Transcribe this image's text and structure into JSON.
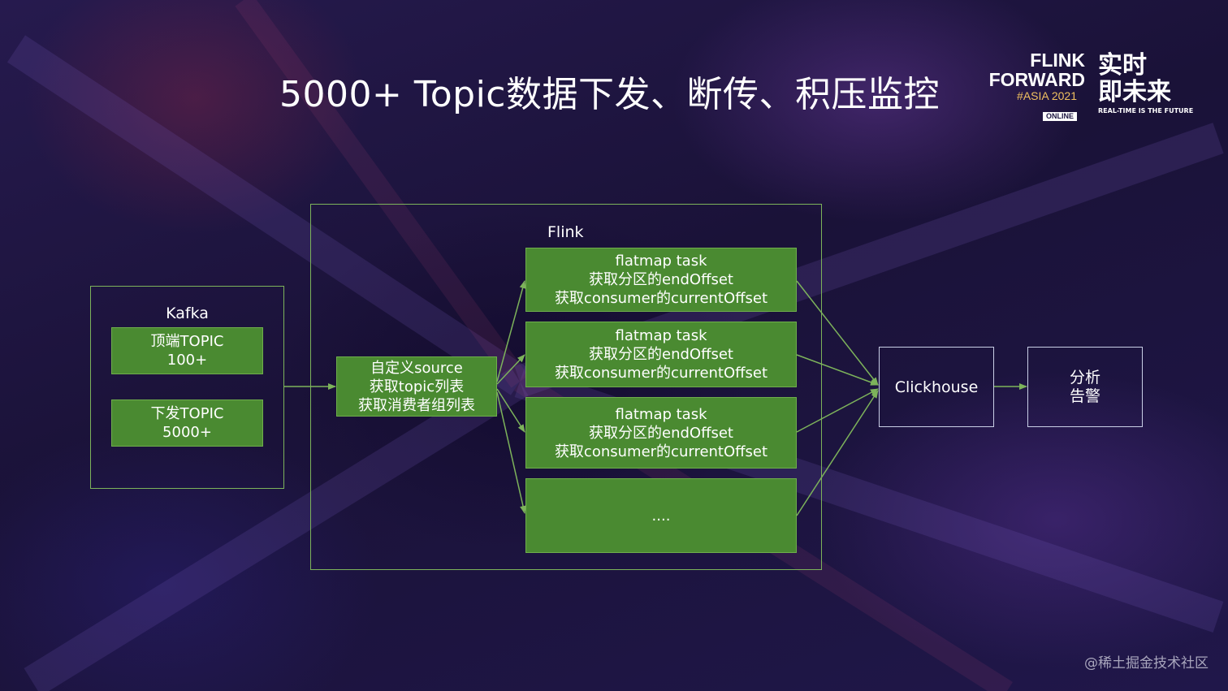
{
  "slide": {
    "title": "5000+ Topic数据下发、断传、积压监控"
  },
  "logo": {
    "line1": "FLINK",
    "line2": "FORWARD",
    "edition": "#ASIA 2021",
    "badge": "ONLINE",
    "cn_line1": "实时",
    "cn_line2": "即未来",
    "cn_sub": "REAL-TIME IS THE FUTURE"
  },
  "kafka": {
    "label": "Kafka",
    "box1_line1": "顶端TOPIC",
    "box1_line2": "100+",
    "box2_line1": "下发TOPIC",
    "box2_line2": "5000+"
  },
  "flink": {
    "label": "Flink",
    "source_line1": "自定义source",
    "source_line2": "获取topic列表",
    "source_line3": "获取消费者组列表",
    "tasks": [
      {
        "line1": "flatmap task",
        "line2": "获取分区的endOffset",
        "line3": "获取consumer的currentOffset"
      },
      {
        "line1": "flatmap task",
        "line2": "获取分区的endOffset",
        "line3": "获取consumer的currentOffset"
      },
      {
        "line1": "flatmap task",
        "line2": "获取分区的endOffset",
        "line3": "获取consumer的currentOffset"
      }
    ],
    "more": "...."
  },
  "sink": {
    "clickhouse": "Clickhouse",
    "analysis_line1": "分析",
    "analysis_line2": "告警"
  },
  "watermark": "@稀土掘金技术社区",
  "colors": {
    "green_fill": "#4a8a31",
    "green_border": "#7db35b",
    "white_border": "#c9cfe6",
    "background": "#1b1440"
  }
}
